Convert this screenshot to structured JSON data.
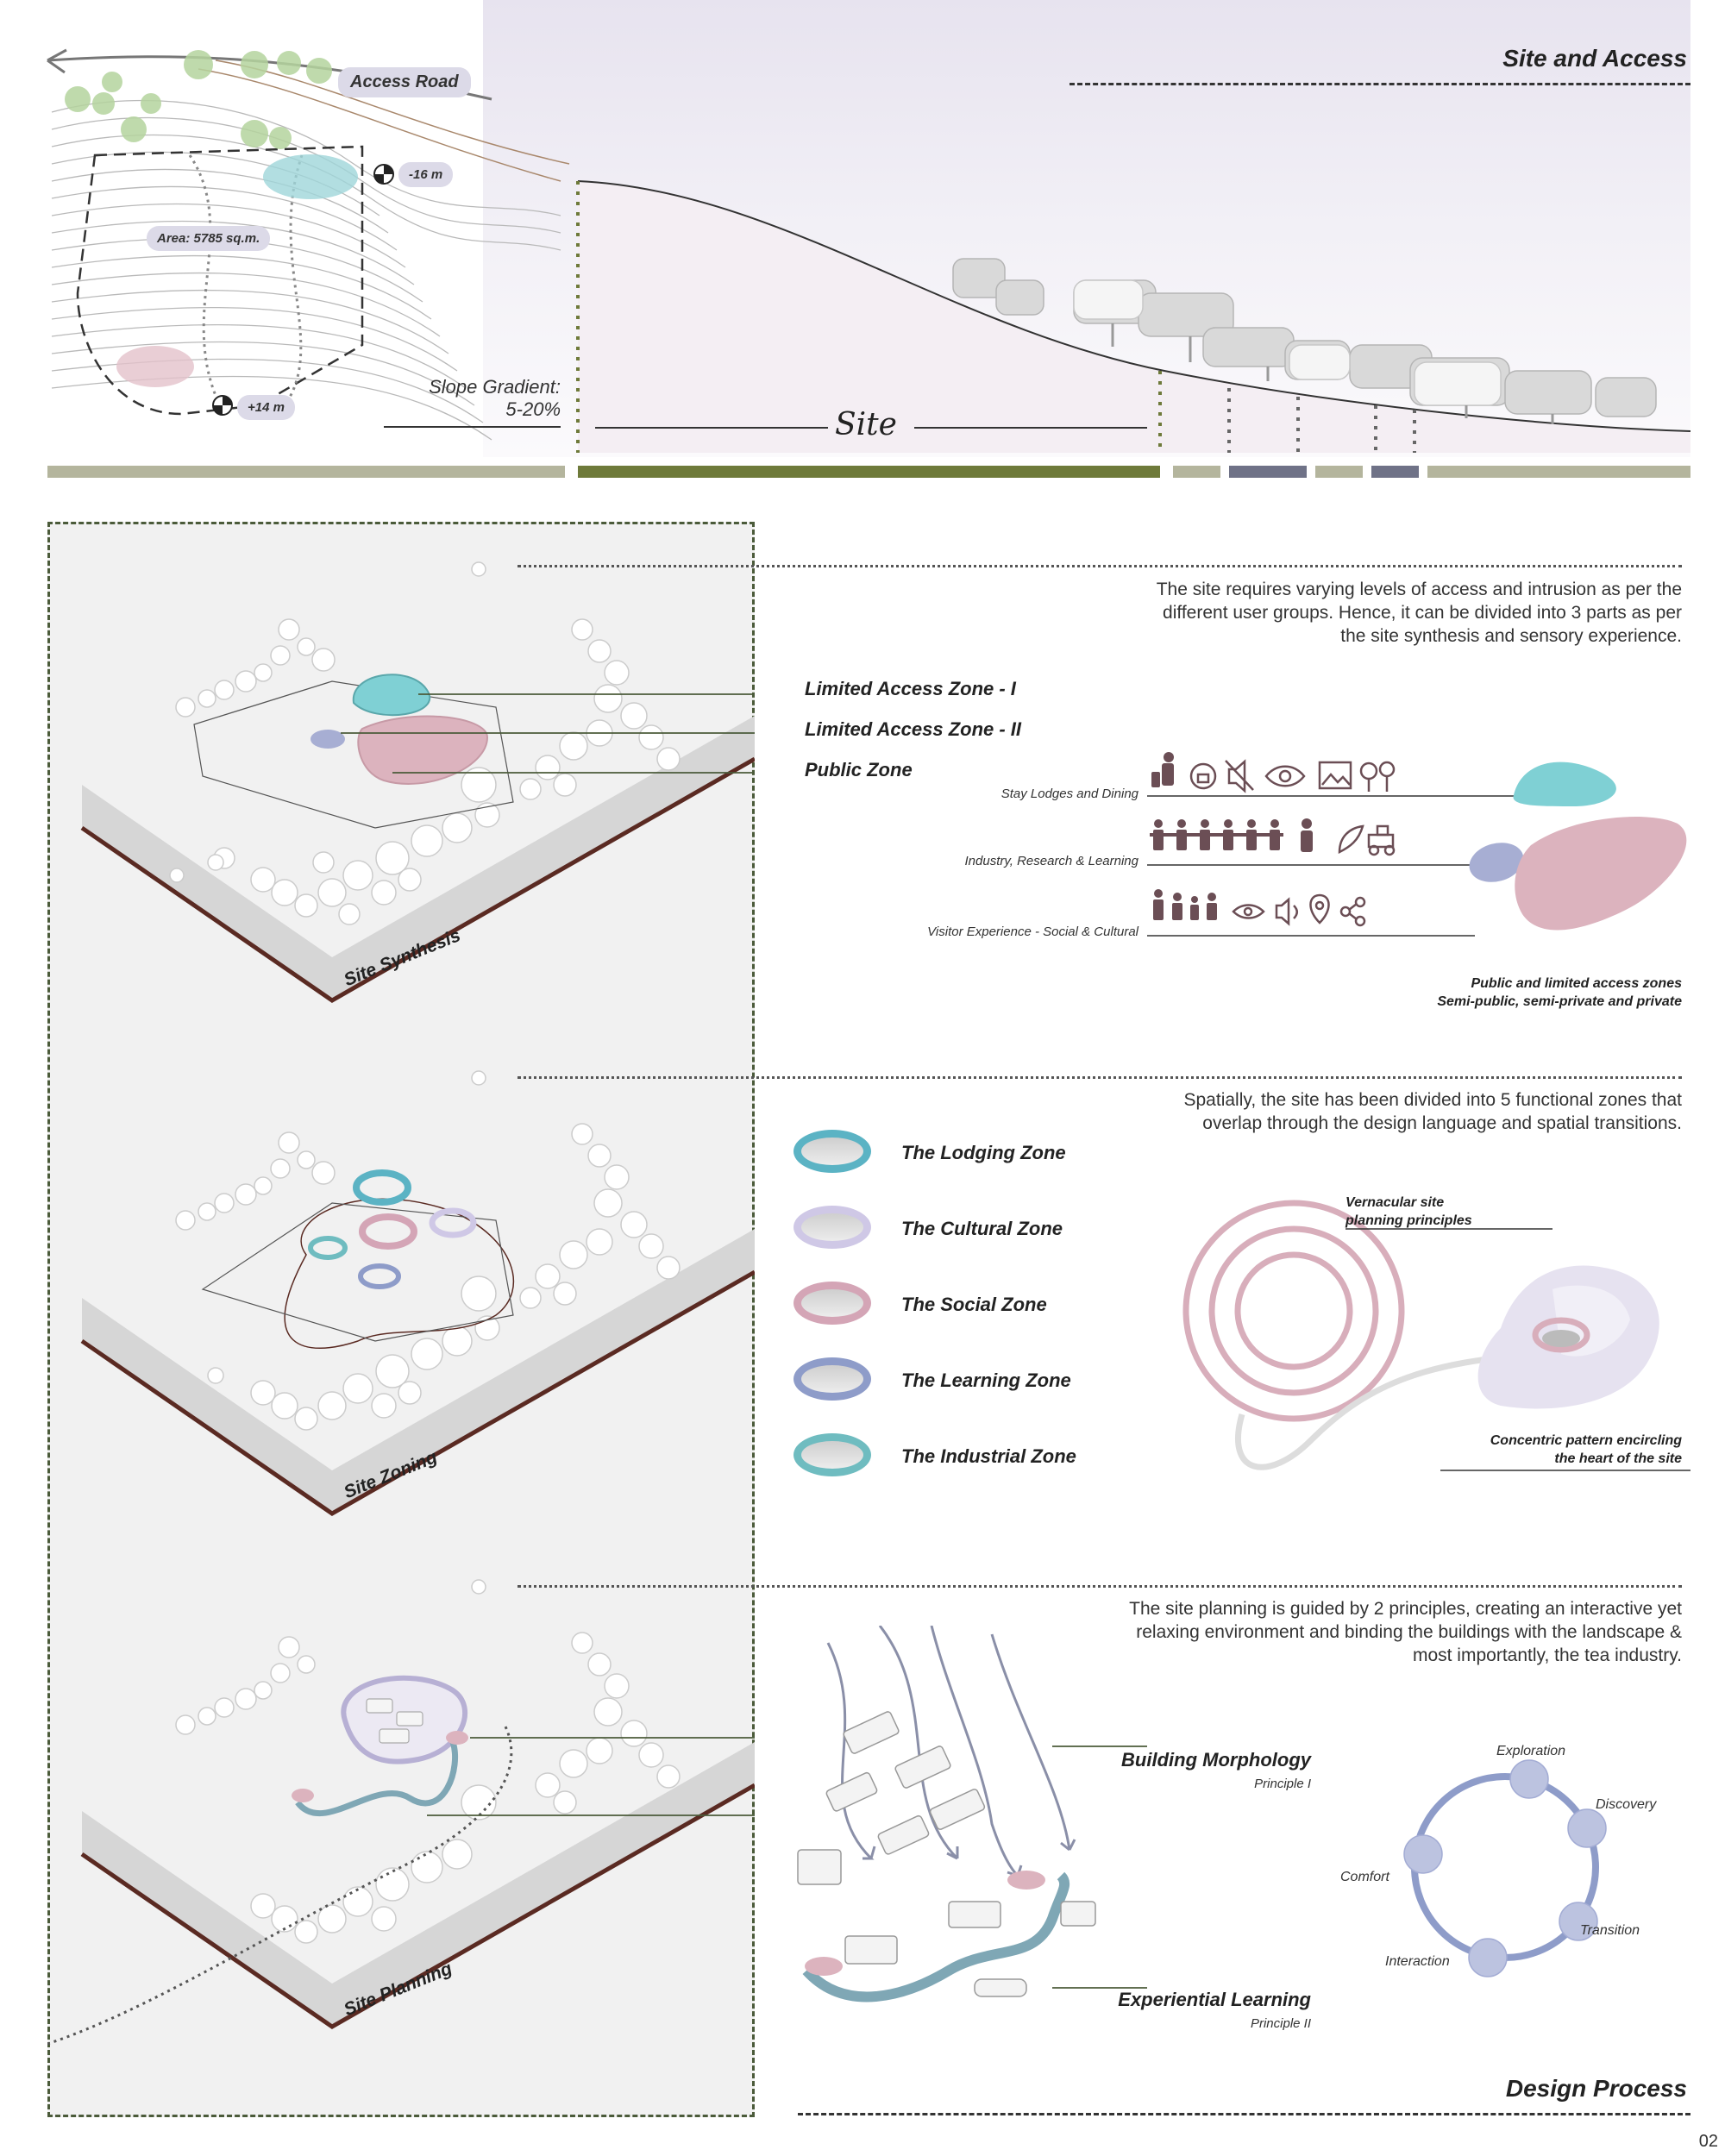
{
  "header": {
    "site_and_access": "Site and Access",
    "design_process": "Design Process",
    "page_number": "02"
  },
  "site_map": {
    "access_road": "Access Road",
    "area": "Area: 5785 sq.m.",
    "level_low": "-16 m",
    "level_high": "+14 m",
    "slope_label": "Slope Gradient:",
    "slope_value": "5-20%",
    "site_label": "Site"
  },
  "synthesis": {
    "diagram_label": "Site Synthesis",
    "paragraph": "The site requires varying levels of access and intrusion as per the different user groups. Hence, it can be divided into 3 parts as per the site synthesis and sensory experience.",
    "zones": [
      "Limited Access Zone - I",
      "Limited Access Zone - II",
      "Public Zone"
    ],
    "user_groups": [
      "Stay Lodges and Dining",
      "Industry, Research & Learning",
      "Visitor Experience - Social & Cultural"
    ],
    "caption_line1": "Public and limited access zones",
    "caption_line2": "Semi-public, semi-private and private"
  },
  "zoning": {
    "diagram_label": "Site Zoning",
    "paragraph": "Spatially, the site has been divided into 5 functional zones that overlap through the design language and spatial transitions.",
    "functional_zones": [
      {
        "label": "The Lodging Zone",
        "color": "#5bb3c4"
      },
      {
        "label": "The Cultural Zone",
        "color": "#cfc8e6"
      },
      {
        "label": "The Social Zone",
        "color": "#d4a5b6"
      },
      {
        "label": "The Learning Zone",
        "color": "#8e9cc9"
      },
      {
        "label": "The Industrial Zone",
        "color": "#6fbcc0"
      }
    ],
    "vernacular_line1": "Vernacular site",
    "vernacular_line2": "planning principles",
    "concentric_line1": "Concentric pattern encircling",
    "concentric_line2": "the heart of the site"
  },
  "planning": {
    "diagram_label": "Site Planning",
    "paragraph": "The site planning is guided by 2 principles, creating an interactive yet relaxing environment and binding the buildings with the landscape & most importantly, the tea industry.",
    "principle1_title": "Building Morphology",
    "principle1_sub": "Principle I",
    "principle2_title": "Experiential Learning",
    "principle2_sub": "Principle II",
    "cycle": [
      "Exploration",
      "Discovery",
      "Transition",
      "Interaction",
      "Comfort"
    ]
  },
  "colors": {
    "olive": "#6e7a3a",
    "dark_brown": "#5a2a22",
    "teal": "#7fd0d4",
    "pink": "#dcb3be",
    "lavender": "#a7aed3",
    "icon_brown": "#6b4e55"
  }
}
